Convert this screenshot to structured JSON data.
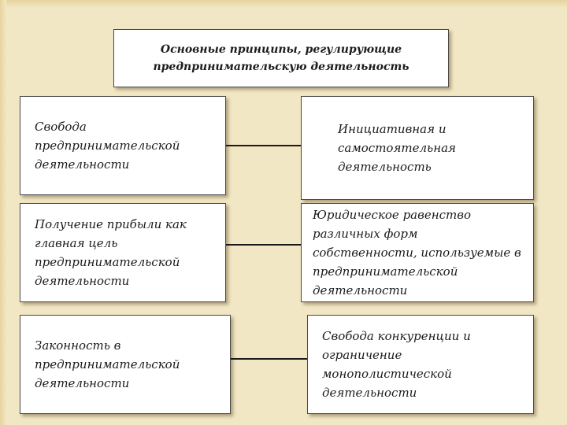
{
  "diagram": {
    "title": "Основные принципы, регулирующие\nпредпринимательскую деятельность",
    "left_items": [
      "Свобода\nпредпринимательской\nдеятельности",
      "Получение прибыли как\nглавная цель\nпредпринимательской\nдеятельности",
      "Законность в\nпредпринимательской\nдеятельности"
    ],
    "right_items": [
      "Инициативная и\nсамостоятельная\nдеятельность",
      "Юридическое равенство\nразличных форм\nсобственности, используемые в\nпредпринимательской\nдеятельности",
      "Свобода конкуренции и\nограничение\nмонополистической\nдеятельности"
    ]
  }
}
